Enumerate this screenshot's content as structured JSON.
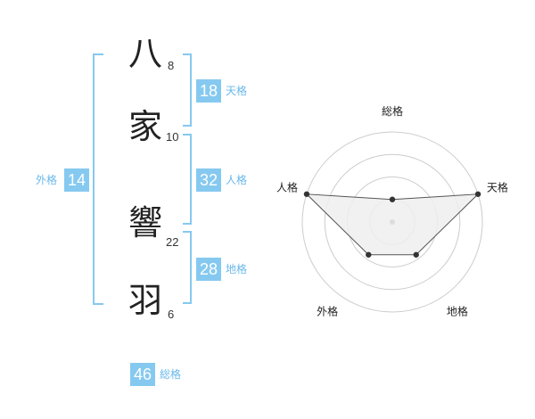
{
  "name": {
    "characters": [
      {
        "char": "八",
        "strokes": "8"
      },
      {
        "char": "家",
        "strokes": "10"
      },
      {
        "char": "響",
        "strokes": "22"
      },
      {
        "char": "羽",
        "strokes": "6"
      }
    ]
  },
  "fortunes": {
    "tenkaku": {
      "label": "天格",
      "value": "18"
    },
    "jinkaku": {
      "label": "人格",
      "value": "32"
    },
    "chikaku": {
      "label": "地格",
      "value": "28"
    },
    "gaikaku": {
      "label": "外格",
      "value": "14"
    },
    "soukaku": {
      "label": "総格",
      "value": "46"
    }
  },
  "chart_data": {
    "type": "radar",
    "axes": [
      "総格",
      "天格",
      "地格",
      "外格",
      "人格"
    ],
    "values": [
      0.25,
      1.0,
      0.45,
      0.45,
      1.0
    ],
    "range": [
      0,
      1
    ],
    "rings": 4,
    "colors": {
      "fill": "#efefef",
      "line": "#555555",
      "point": "#333333",
      "grid": "#cccccc"
    }
  }
}
